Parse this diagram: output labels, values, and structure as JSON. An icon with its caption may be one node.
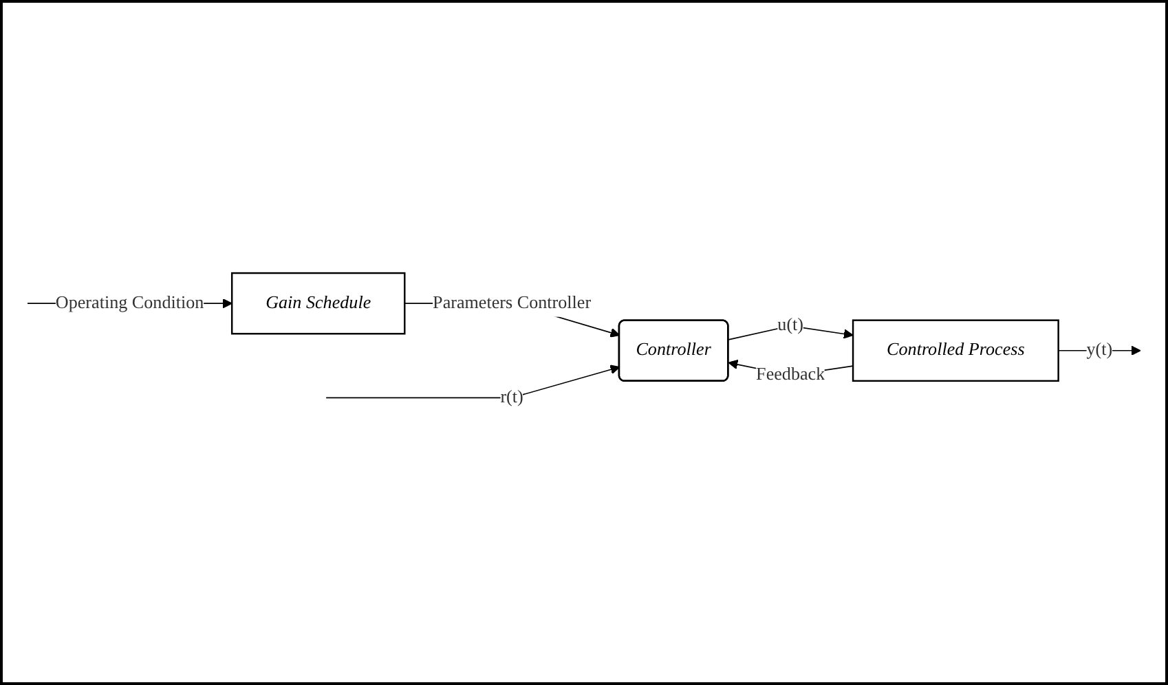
{
  "diagram": {
    "nodes": [
      {
        "text": [
          "Gain Schedule"
        ]
      },
      {
        "text": [
          "Controller"
        ]
      },
      {
        "text": [
          "Controlled Process"
        ]
      }
    ],
    "edges": [
      {
        "from": null,
        "to": 0,
        "arrow": "to",
        "label": "Operating Condition"
      },
      {
        "from": 0,
        "to": 1,
        "arrow": "to",
        "label": "Parameters Controller"
      },
      {
        "from": null,
        "to": 1,
        "arrow": "to",
        "label": "r(t)"
      },
      {
        "from": 1,
        "to": 2,
        "arrow": "to",
        "label": "u(t)"
      },
      {
        "from": 2,
        "to": null,
        "arrow": "to",
        "label": "y(t)"
      },
      {
        "from": 2,
        "to": 1,
        "arrow": "to",
        "label": "Feedback"
      }
    ]
  }
}
